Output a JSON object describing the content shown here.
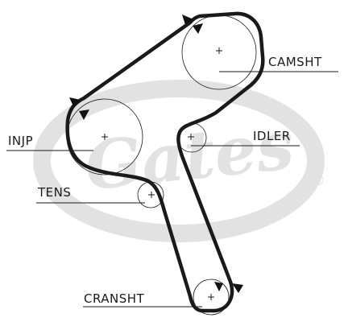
{
  "watermark": {
    "brand": "Gates",
    "registered_mark": "®",
    "color": "#e2e2e2"
  },
  "belt": {
    "color": "#1a1a1a"
  },
  "labels": {
    "camshaft": "CAMSHT",
    "idler": "IDLER",
    "injection_pump": "INJP",
    "tensioner": "TENS",
    "crankshaft": "CRANSHT"
  },
  "icons": [
    "rotation-arrow-icon",
    "center-cross-icon"
  ]
}
